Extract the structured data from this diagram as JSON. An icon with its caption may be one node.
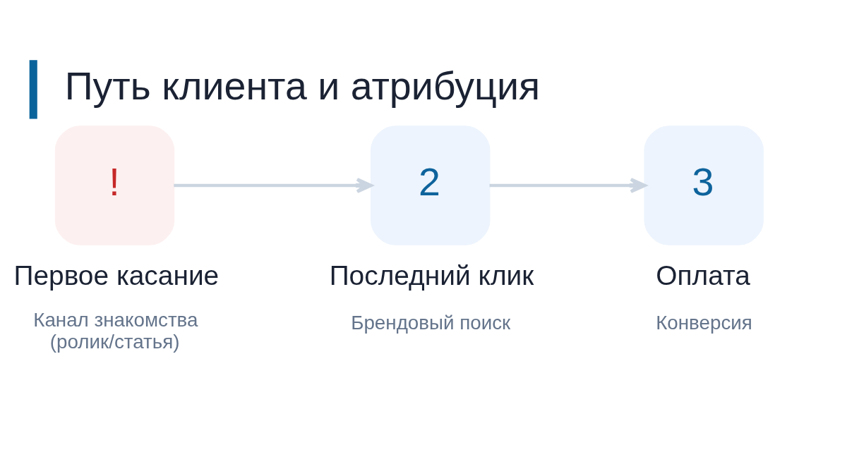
{
  "diagram": {
    "title": "Путь клиента и атрибуция",
    "nodes": [
      {
        "text": [
          "!"
        ],
        "beside": [
          "Первое касание",
          "Канал знакомства (ролик/статья)"
        ]
      },
      {
        "text": [
          "2"
        ],
        "beside": [
          "Последний клик",
          "Брендовый поиск"
        ]
      },
      {
        "text": [
          "3"
        ],
        "beside": [
          "Оплата",
          "Конверсия"
        ]
      }
    ],
    "edges": [
      {
        "from": 0,
        "to": 1,
        "arrow": "to"
      },
      {
        "from": 1,
        "to": 2,
        "arrow": "to"
      }
    ]
  }
}
